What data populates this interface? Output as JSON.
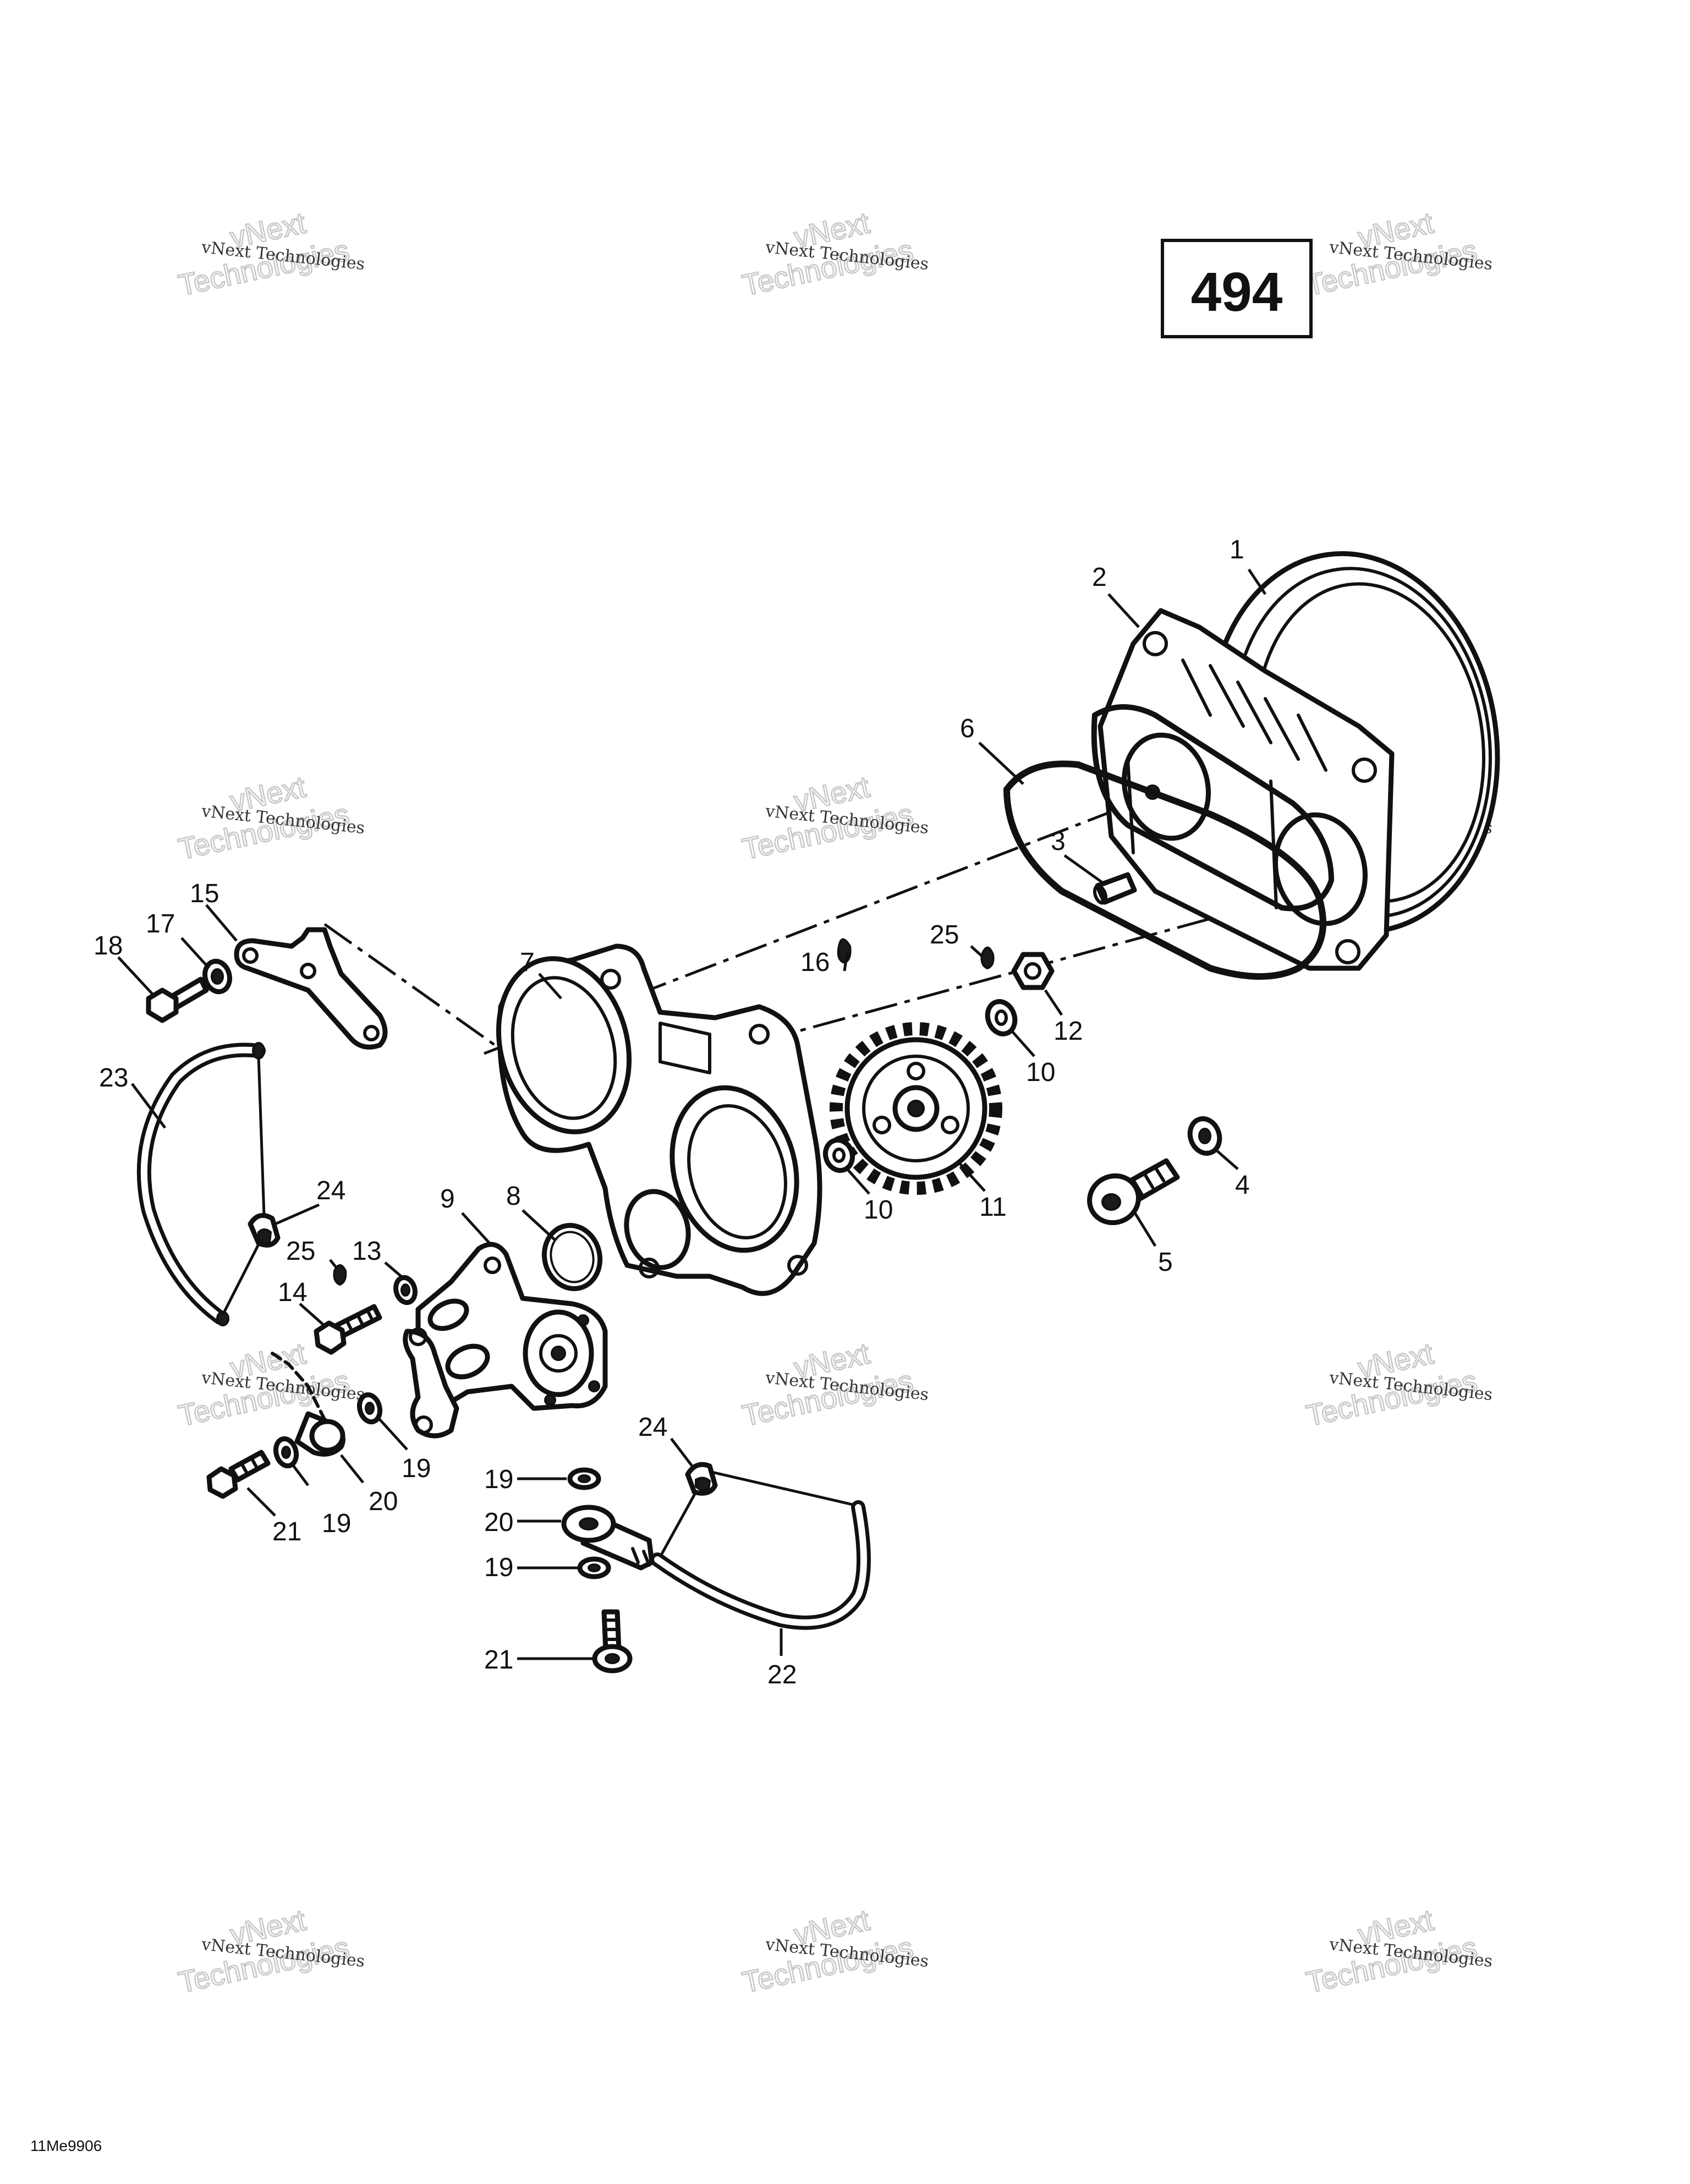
{
  "diagram": {
    "page_ref": "494",
    "drawing_code": "11Me9906",
    "watermark": {
      "small": "vNext Technologies",
      "big_top": "vNext",
      "big_bottom": "Technologies"
    },
    "callouts": {
      "c1": "1",
      "c2": "2",
      "c3": "3",
      "c4": "4",
      "c5": "5",
      "c6": "6",
      "c7": "7",
      "c8": "8",
      "c9": "9",
      "c10a": "10",
      "c10b": "10",
      "c11": "11",
      "c12": "12",
      "c13": "13",
      "c14": "14",
      "c15": "15",
      "c16": "16",
      "c17": "17",
      "c18": "18",
      "c19a": "19",
      "c19b": "19",
      "c19c": "19",
      "c19d": "19",
      "c20a": "20",
      "c20b": "20",
      "c21a": "21",
      "c21b": "21",
      "c22": "22",
      "c23": "23",
      "c24a": "24",
      "c24b": "24",
      "c25a": "25",
      "c25b": "25"
    }
  }
}
